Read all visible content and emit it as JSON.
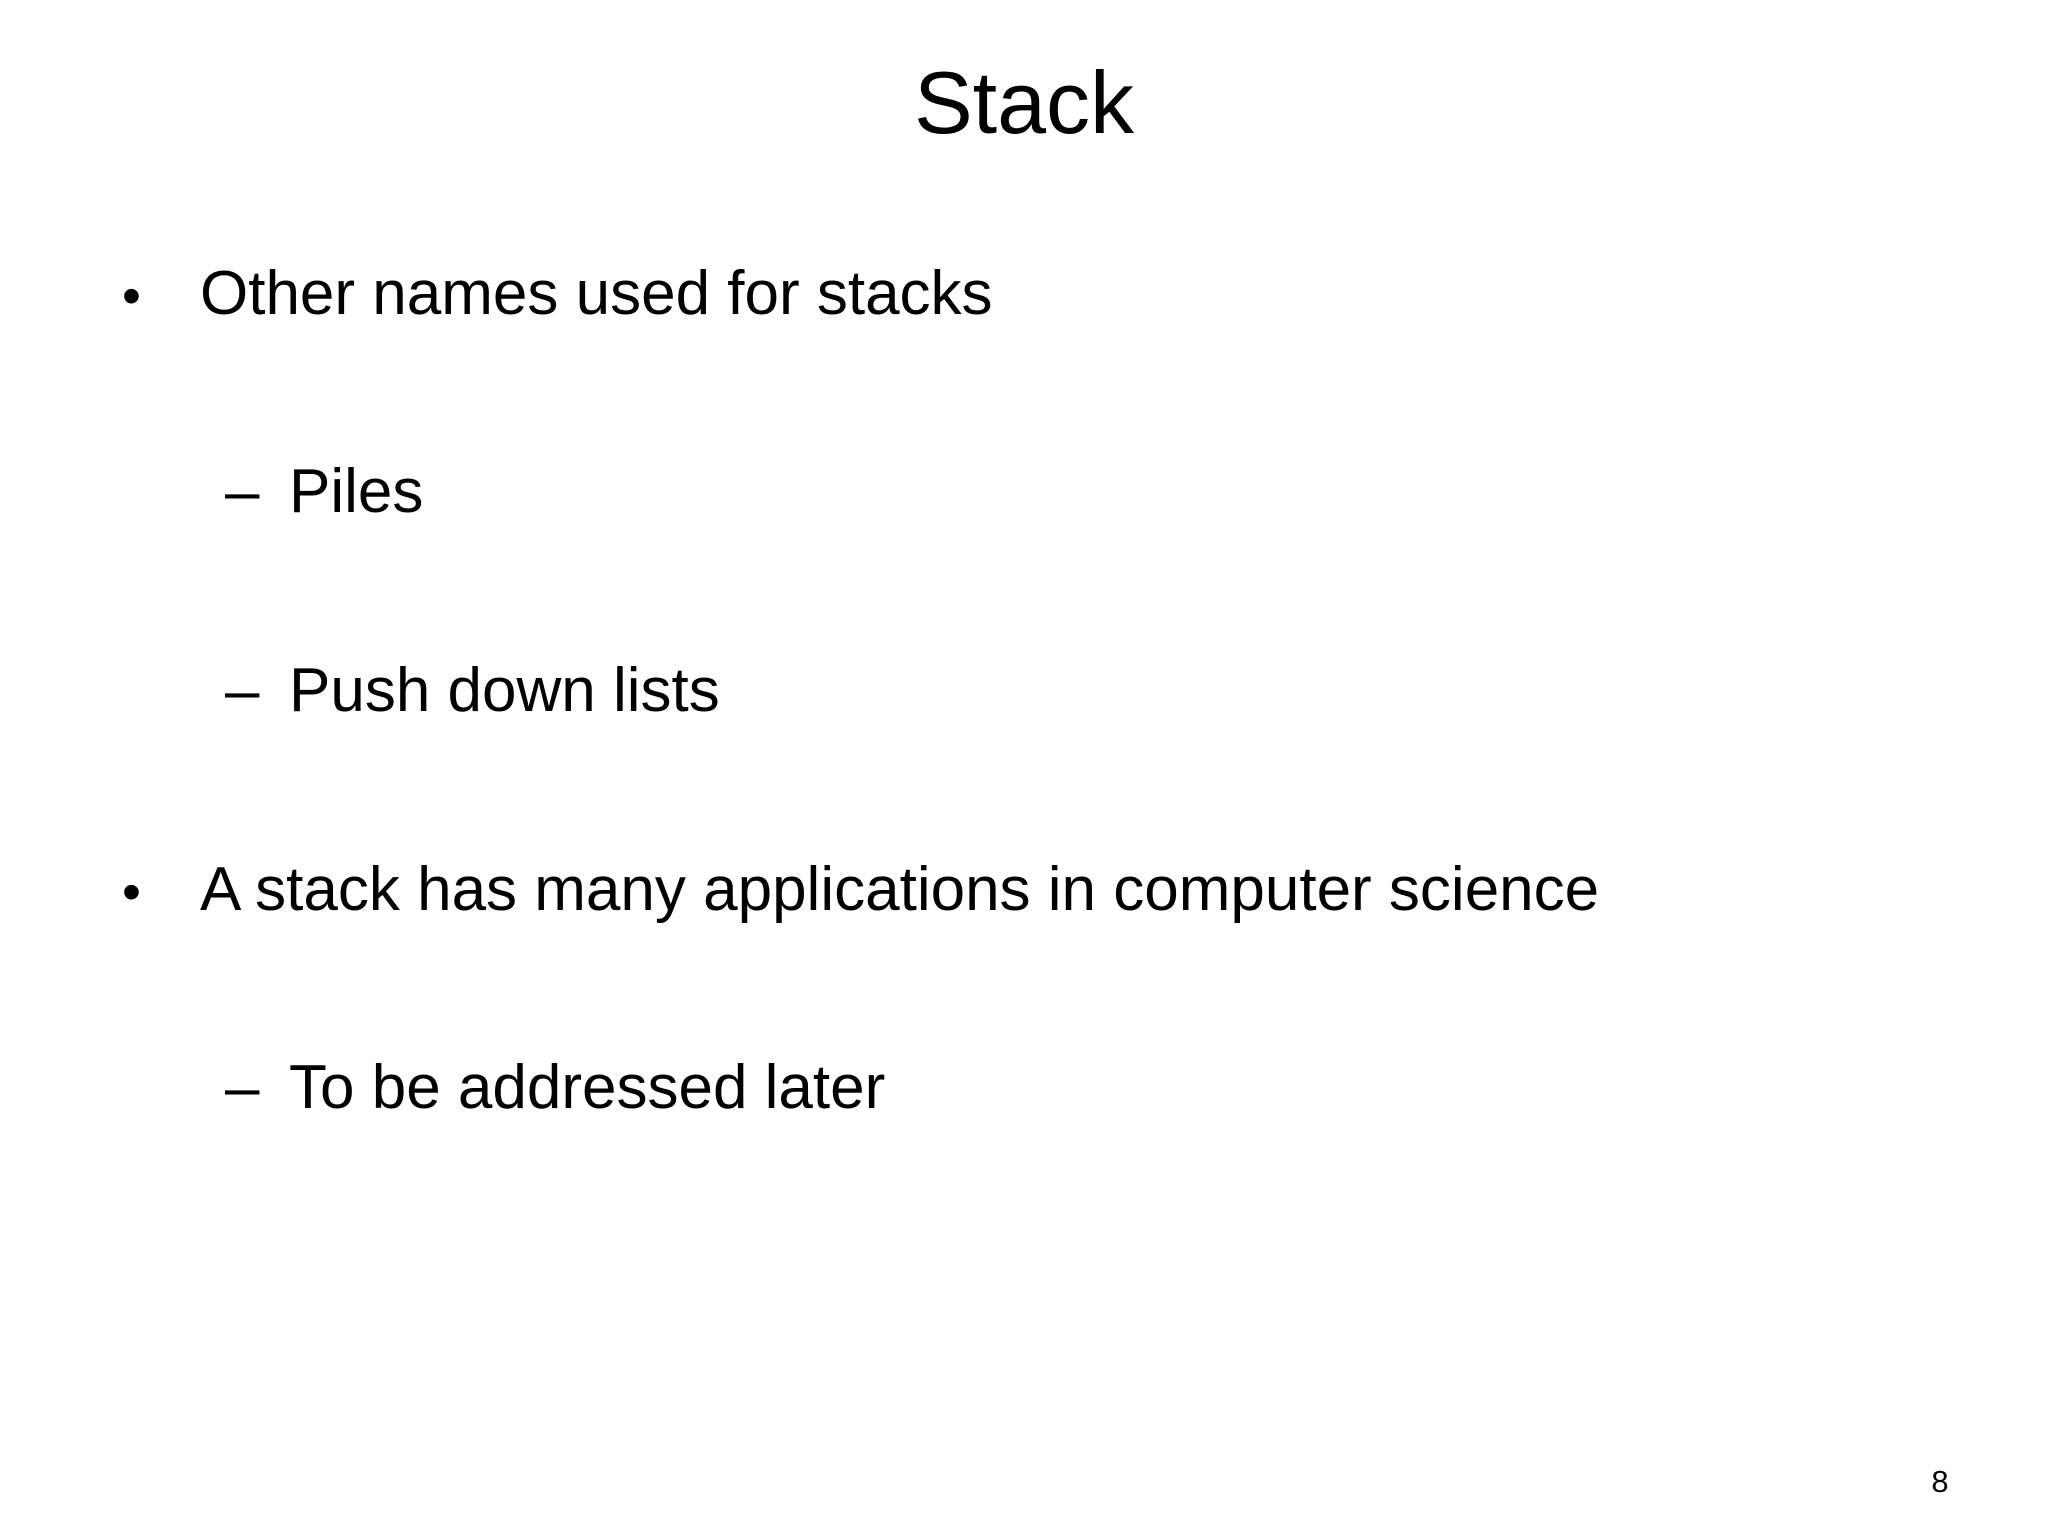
{
  "slide": {
    "title": "Stack",
    "bullets": [
      {
        "marker": "•",
        "text": "Other names used for stacks"
      },
      {
        "marker": "–",
        "text": "Piles"
      },
      {
        "marker": "–",
        "text": "Push down lists"
      },
      {
        "marker": "•",
        "text": "A stack has many applications in computer science"
      },
      {
        "marker": "–",
        "text": "To be addressed later"
      }
    ],
    "page_number": "8"
  }
}
